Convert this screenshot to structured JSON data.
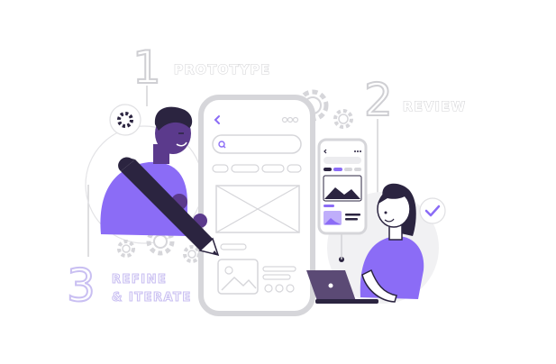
{
  "steps": [
    {
      "number": "1",
      "label": "PROTOTYPE"
    },
    {
      "number": "2",
      "label": "REVIEW"
    },
    {
      "number": "3",
      "label_line1": "REFINE",
      "label_line2": "& ITERATE"
    }
  ],
  "colors": {
    "accent": "#8b6cf6",
    "accent_light": "#c9bff2",
    "outline": "#d6d6da",
    "ink": "#2b2440",
    "skin": "#5b3a8c",
    "hair": "#2b2440"
  },
  "icons": [
    "gear-icon",
    "check-icon",
    "search-icon",
    "back-arrow-icon",
    "image-placeholder-icon",
    "laptop-icon",
    "pencil-icon"
  ]
}
